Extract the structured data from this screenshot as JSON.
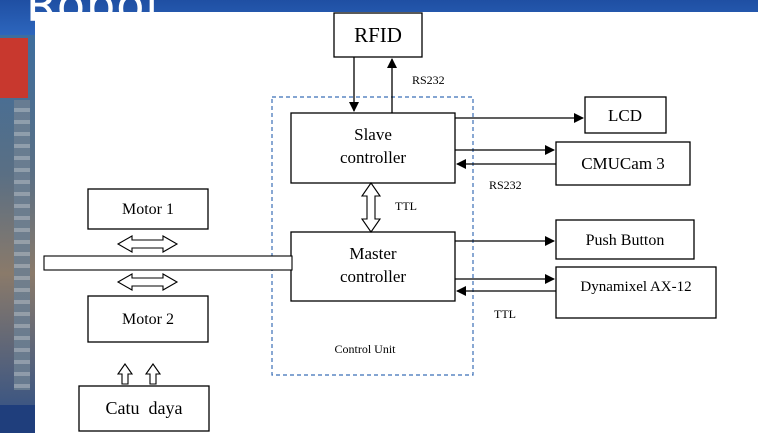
{
  "slide_title": "Robot",
  "colors": {
    "frame": "#2a5caa",
    "box_border": "#000000",
    "dashed_border": "#3b6fb6",
    "background": "#ffffff"
  },
  "diagram": {
    "boxes": {
      "rfid": "RFID",
      "lcd": "LCD",
      "cmucam": "CMUCam 3",
      "slave_line1": "Slave",
      "slave_line2": "controller",
      "master_line1": "Master",
      "master_line2": "controller",
      "push_button": "Push Button",
      "dynamixel": "Dynamixel AX-12",
      "motor1": "Motor 1",
      "motor2": "Motor 2",
      "catu_daya": "Catu  daya"
    },
    "labels": {
      "rs232_top": "RS232",
      "rs232_right": "RS232",
      "ttl_middle": "TTL",
      "ttl_bottom": "TTL",
      "control_unit": "Control Unit"
    }
  }
}
